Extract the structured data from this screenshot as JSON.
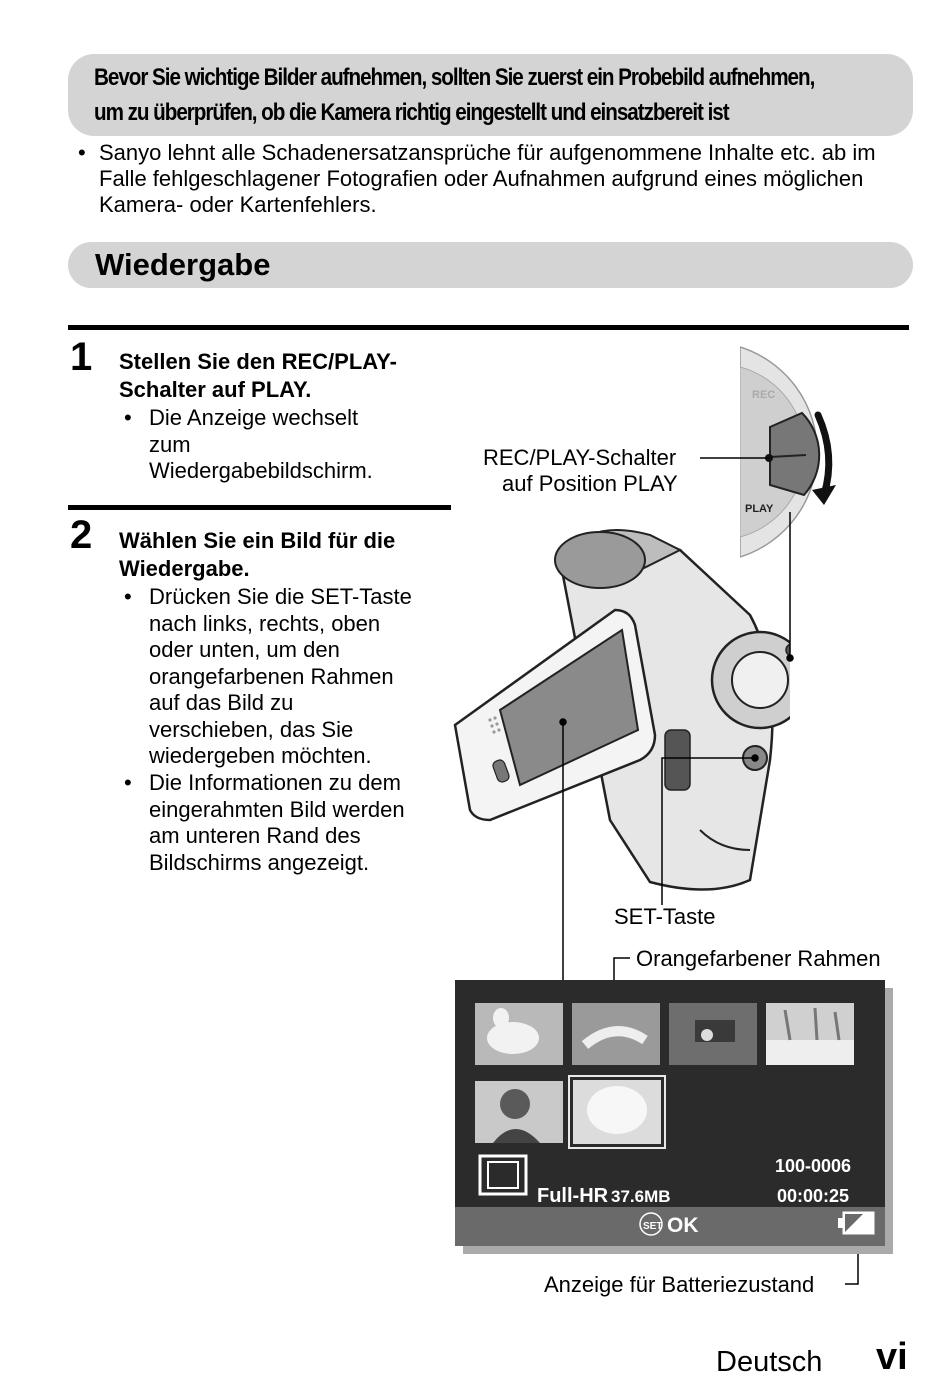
{
  "warning": {
    "line1": "Bevor Sie wichtige Bilder aufnehmen, sollten Sie zuerst ein Probebild aufnehmen,",
    "line2": "um zu überprüfen, ob die Kamera richtig eingestellt und einsatzbereit ist"
  },
  "note": {
    "bullet": "•",
    "text": "Sanyo lehnt alle Schadenersatzansprüche für aufgenommene Inhalte etc. ab im Falle fehlgeschlagener Fotografien oder Aufnahmen aufgrund eines möglichen Kamera- oder Kartenfehlers."
  },
  "section_title": "Wiedergabe",
  "steps": [
    {
      "number": "1",
      "heading": "Stellen Sie den REC/PLAY-Schalter auf PLAY.",
      "bullets": [
        "Die Anzeige wechselt zum Wiedergabebildschirm."
      ]
    },
    {
      "number": "2",
      "heading": "Wählen Sie ein Bild für die Wiedergabe.",
      "bullets": [
        "Drücken Sie die SET-Taste nach links, rechts, oben oder unten, um den orangefarbenen Rahmen auf das Bild zu verschieben, das Sie wiedergeben möchten.",
        "Die Informationen zu dem eingerahmten Bild werden am unteren Rand des Bildschirms angezeigt."
      ]
    }
  ],
  "bullet_char": "•",
  "callouts": {
    "rec_play_line1": "REC/PLAY-Schalter",
    "rec_play_line2": "auf Position PLAY",
    "set_key": "SET-Taste",
    "orange_frame": "Orangefarbener Rahmen",
    "battery": "Anzeige für Batteriezustand"
  },
  "dial": {
    "rec": "REC",
    "play": "PLAY"
  },
  "screen": {
    "file_number": "100-0006",
    "duration": "00:00:25",
    "resolution": "Full-HR",
    "size": "37.6MB",
    "set_label": "SET",
    "ok_label": "OK"
  },
  "footer": {
    "language": "Deutsch",
    "page": "vi"
  }
}
